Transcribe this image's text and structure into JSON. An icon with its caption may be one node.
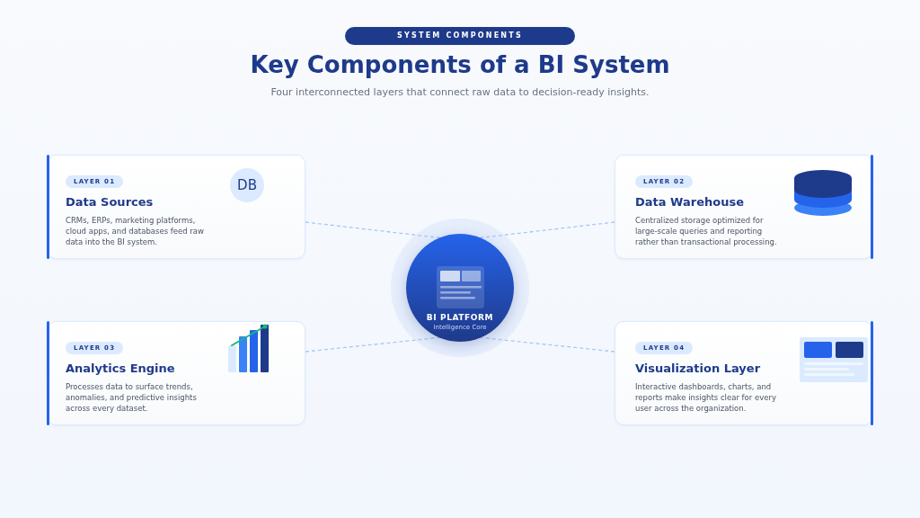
{
  "diagram": {
    "title": "Key Components of a BI System",
    "nodes": [
      {
        "text": [
          "LAYER 01",
          "Data Sources",
          "CRMs, ERPs, marketing platforms, cloud apps, and databases feed raw data into the BI system."
        ]
      },
      {
        "text": [
          "DB"
        ],
        "in": 0
      },
      {
        "text": [
          "LAYER 02",
          "Data Warehouse",
          "Centralized storage optimized for large-scale queries and reporting rather than transactional processing."
        ]
      },
      {
        "text": [
          "BI PLATFORM",
          "Intelligence Core"
        ]
      },
      {
        "text": [
          "LAYER 03",
          "Analytics Engine",
          "Processes data to surface trends, anomalies, and predictive insights across every dataset."
        ]
      },
      {
        "text": [
          "LAYER 04",
          "Visualization Layer",
          "Interactive dashboards, charts, and reports make insights clear for every user across the organization."
        ]
      }
    ],
    "edges": [
      {
        "from": 0,
        "to": 3,
        "arrow": "none",
        "style": "dashed"
      },
      {
        "from": 2,
        "to": 3,
        "arrow": "none",
        "style": "dashed"
      },
      {
        "from": 4,
        "to": 3,
        "arrow": "none",
        "style": "dashed"
      },
      {
        "from": 5,
        "to": 3,
        "arrow": "none",
        "style": "dashed"
      }
    ],
    "labels": [
      "SYSTEM COMPONENTS",
      "Four interconnected layers that connect raw data to decision-ready insights."
    ]
  }
}
